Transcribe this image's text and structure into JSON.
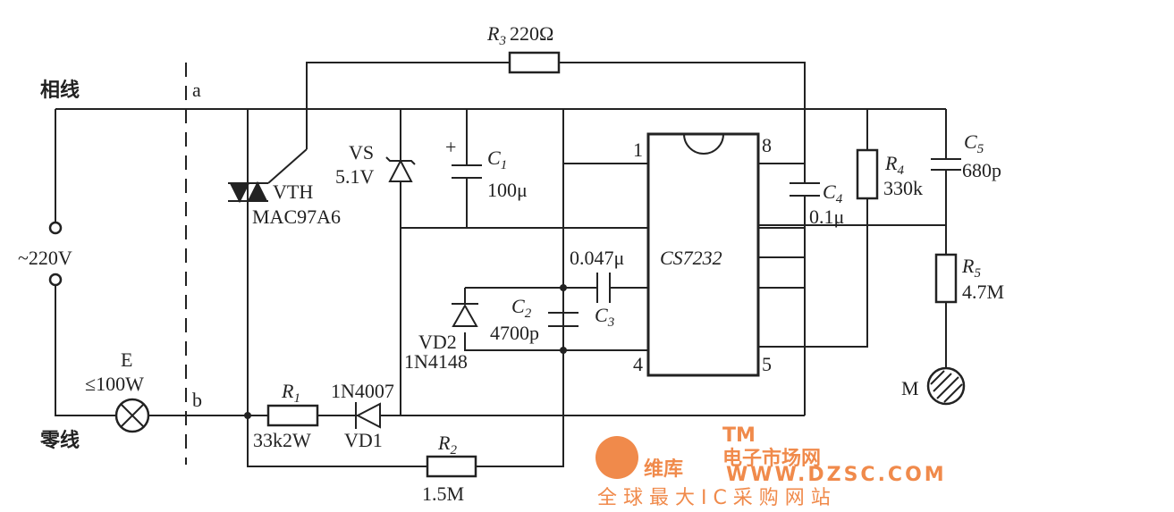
{
  "labels": {
    "phase_line": "相线",
    "neutral_line": "零线",
    "node_a": "a",
    "node_b": "b",
    "supply": "~220V",
    "lamp_name": "E",
    "lamp_rating": "≤100W",
    "triac_name": "VTH",
    "triac_model": "MAC97A6",
    "zener_name": "VS",
    "zener_value": "5.1V",
    "c1_name": "C",
    "c1_sub": "1",
    "c1_value": "100μ",
    "c1_polarity": "+",
    "c2_name": "C",
    "c2_sub": "2",
    "c2_value": "4700p",
    "c3_name": "C",
    "c3_sub": "3",
    "c3_value": "0.047μ",
    "c4_name": "C",
    "c4_sub": "4",
    "c4_value": "0.1μ",
    "c5_name": "C",
    "c5_sub": "5",
    "c5_value": "680p",
    "r1_name": "R",
    "r1_sub": "1",
    "r1_value": "33k2W",
    "r2_name": "R",
    "r2_sub": "2",
    "r2_value": "1.5M",
    "r3_name": "R",
    "r3_sub": "3",
    "r3_value": "220Ω",
    "r4_name": "R",
    "r4_sub": "4",
    "r4_value": "330k",
    "r5_name": "R",
    "r5_sub": "5",
    "r5_value": "4.7M",
    "vd1_model": "1N4007",
    "vd1_name": "VD1",
    "vd2_name": "VD2",
    "vd2_model": "1N4148",
    "ic_name": "CS7232",
    "pin1": "1",
    "pin4": "4",
    "pin5": "5",
    "pin8": "8",
    "touch_plate": "M"
  },
  "watermark": {
    "brand": "维库电子市场网",
    "tm": "TM",
    "url": "WWW.DZSC.COM",
    "slogan": "全 球 最 大 I C 采 购 网 站",
    "color": "#f08a4b"
  }
}
